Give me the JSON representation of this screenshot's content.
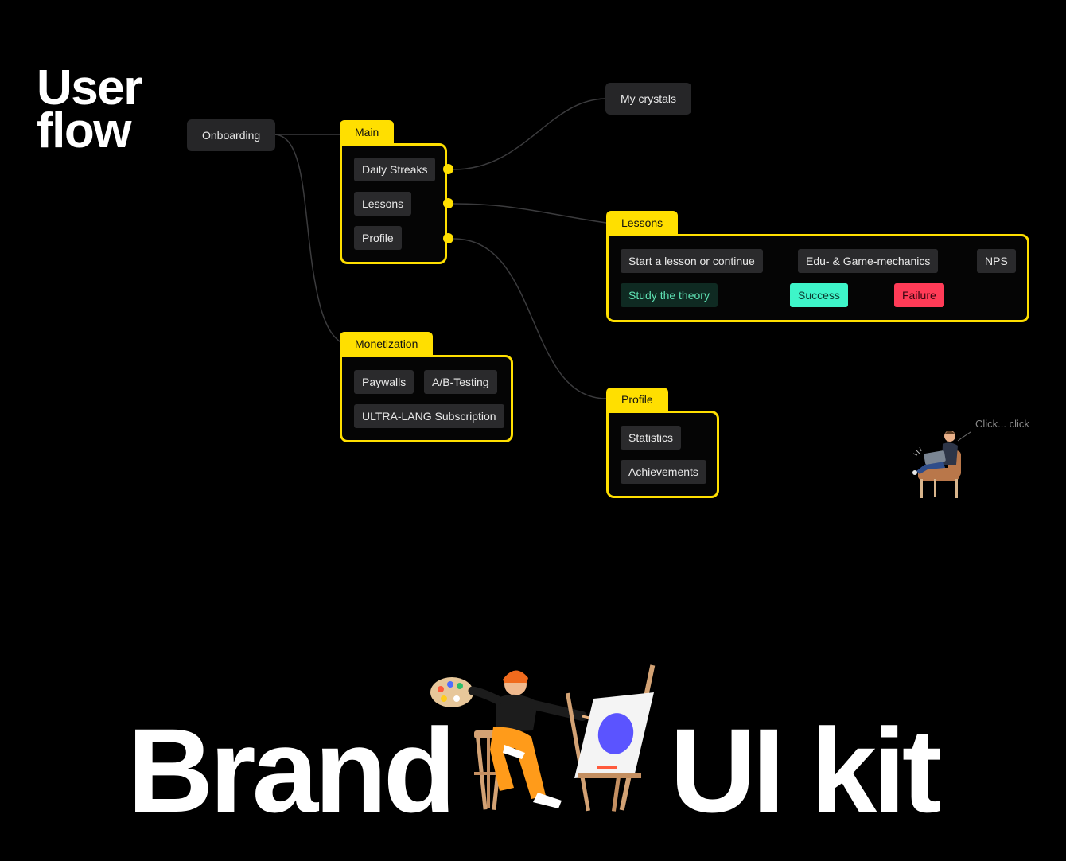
{
  "title": {
    "line1": "User",
    "line2": "flow"
  },
  "nodes": {
    "onboarding": "Onboarding",
    "my_crystals": "My crystals"
  },
  "main": {
    "label": "Main",
    "items": [
      "Daily Streaks",
      "Lessons",
      "Profile"
    ]
  },
  "monetization": {
    "label": "Monetization",
    "items": [
      "Paywalls",
      "A/B-Testing",
      "ULTRA-LANG Subscription"
    ]
  },
  "lessons": {
    "label": "Lessons",
    "start": "Start a lesson or continue",
    "mechanics": "Edu- & Game-mechanics",
    "nps": "NPS",
    "theory": "Study the theory",
    "success": "Success",
    "failure": "Failure"
  },
  "profile": {
    "label": "Profile",
    "items": [
      "Statistics",
      "Achievements"
    ]
  },
  "annotation": "Click... click",
  "brand": {
    "left": "Brand",
    "right": "UI kit"
  },
  "colors": {
    "accent": "#ffdf00",
    "success": "#3ef5c9",
    "failure": "#ff3b57",
    "theory": "#5fe3b4"
  },
  "illustrations": [
    "person-on-armchair-with-laptop",
    "painter-at-easel"
  ]
}
